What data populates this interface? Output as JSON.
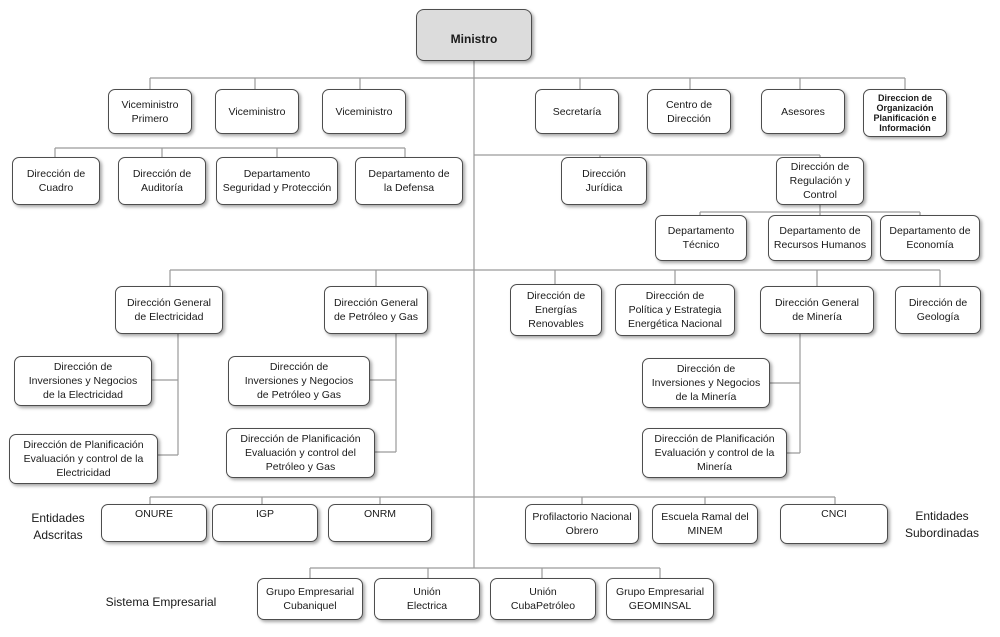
{
  "root": "Ministro",
  "top_level": [
    "Viceministro\nPrimero",
    "Viceministro",
    "Viceministro",
    "Secretaría",
    "Centro de\nDirección",
    "Asesores",
    "Direccion de\nOrganización\nPlanificación e\nInformación"
  ],
  "second_level_left": [
    "Dirección de\nCuadro",
    "Dirección de\nAuditoría",
    "Departamento\nSeguridad y Protección",
    "Departamento de\nla Defensa"
  ],
  "second_level_right": [
    "Dirección\nJurídica",
    "Dirección de\nRegulación y\nControl"
  ],
  "regulation_departments": [
    "Departamento\nTécnico",
    "Departamento de\nRecursos Humanos",
    "Departamento de\nEconomía"
  ],
  "general_directions": [
    "Dirección General\nde Electricidad",
    "Dirección General\nde Petróleo y Gas",
    "Dirección de\nEnergías\nRenovables",
    "Dirección de\nPolítica y Estrategia\nEnergética Nacional",
    "Dirección General\nde Minería",
    "Dirección de\nGeología"
  ],
  "electricity_subs": [
    "Dirección de\nInversiones y Negocios\nde la Electricidad",
    "Dirección de Planificación\nEvaluación y control de la\nElectricidad"
  ],
  "petroleum_subs": [
    "Dirección de\nInversiones y Negocios\nde Petróleo y Gas",
    "Dirección de Planificación\nEvaluación y control del\nPetróleo y Gas"
  ],
  "mining_subs": [
    "Dirección de\nInversiones y Negocios\nde la Minería",
    "Dirección de Planificación\nEvaluación y control de la\nMinería"
  ],
  "adscritas_label": "Entidades\nAdscritas",
  "adscritas": [
    "ONURE",
    "IGP",
    "ONRM"
  ],
  "subordinadas_label": "Entidades\nSubordinadas",
  "subordinadas": [
    "Profilactorio Nacional\nObrero",
    "Escuela Ramal del\nMINEM",
    "CNCI"
  ],
  "empresarial_label": "Sistema Empresarial",
  "empresarial": [
    "Grupo Empresarial\nCubaniquel",
    "Unión\nElectrica",
    "Unión\nCubaPetróleo",
    "Grupo Empresarial\nGEOMINSAL"
  ]
}
